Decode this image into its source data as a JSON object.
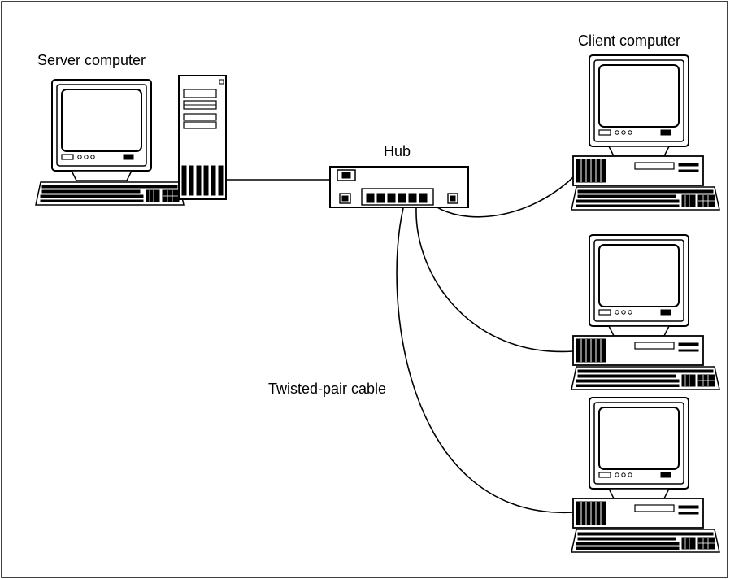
{
  "diagram": {
    "labels": {
      "server": "Server computer",
      "client": "Client computer",
      "hub": "Hub",
      "cable": "Twisted-pair cable"
    },
    "nodes": [
      {
        "id": "server",
        "kind": "server-computer",
        "icon": "server-computer-icon"
      },
      {
        "id": "hub",
        "kind": "hub",
        "icon": "hub-icon"
      },
      {
        "id": "client-1",
        "kind": "client-computer",
        "icon": "desktop-computer-icon"
      },
      {
        "id": "client-2",
        "kind": "client-computer",
        "icon": "desktop-computer-icon"
      },
      {
        "id": "client-3",
        "kind": "client-computer",
        "icon": "desktop-computer-icon"
      }
    ],
    "edges": [
      {
        "from": "server",
        "to": "hub",
        "medium": "twisted-pair"
      },
      {
        "from": "hub",
        "to": "client-1",
        "medium": "twisted-pair"
      },
      {
        "from": "hub",
        "to": "client-2",
        "medium": "twisted-pair"
      },
      {
        "from": "hub",
        "to": "client-3",
        "medium": "twisted-pair"
      }
    ],
    "colors": {
      "ink": "#000000",
      "paper": "#ffffff"
    }
  }
}
